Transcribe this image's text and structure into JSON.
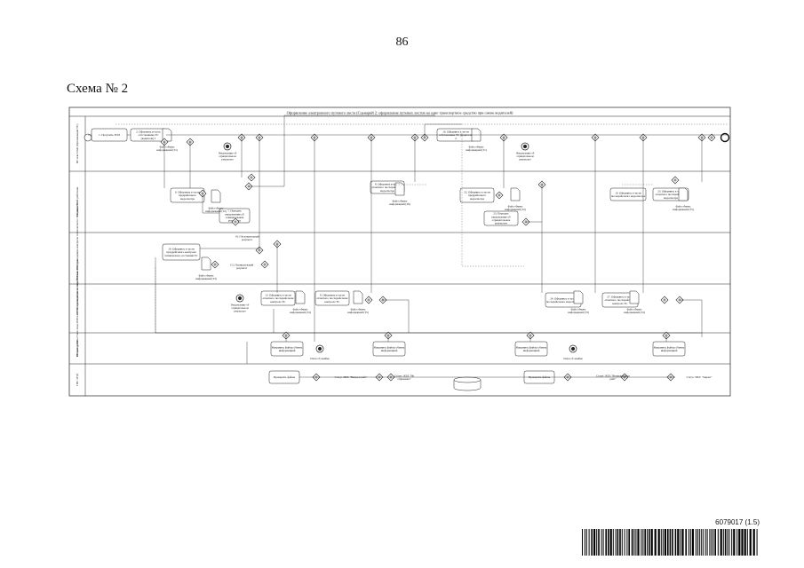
{
  "page_number": "86",
  "scheme_title": "Схема № 2",
  "diagram": {
    "pool_title": "Оформление электронного путевого листа (Сценарий 2: оформление путевых листов на одно транспортное средство при смене водителей)",
    "lanes": [
      "ИС или ПАК (Организация ТС)",
      "Медицинский работник",
      "ИС или должностное лицо ЮЛ или ИП, проводящие контроль технического состояния ТС",
      "ИС или должностное лицо ЮЛ или ИП, проводящие послерейсовые осмотры",
      "Оператор ИС",
      "ГИС ЭПД"
    ],
    "tasks": [
      "1. Получить ЭПЛ",
      "2. Оформить и часть собственника ТС (водителя) 1",
      "6. Оформить в части предрейсового медосмотра",
      "7. Передать уведомление об отрицательном результате",
      "19. Оформить в части предрейсового контроля технического состояния ТС",
      "8. Оформить в части отметки о послерейсовом медосмотре",
      "9. Оформить в части отметки о послерейсовом контроле ТС",
      "10. Оформить в части послерейсового медосмотра",
      "13. Оформить в части отметки о послерейсовом контроле ТС",
      "16. Оформить в части собственника ТС (водителя) 2",
      "22. Оформить в части предрейсового медосмотра",
      "23. Передать уведомление об отрицательном результате",
      "23. Оформить в части отметки о послерейсовом медосмотре",
      "24. Оформить в части послерейсового медосмотра",
      "27. Оформить в части отметки о послерейсовом контроле ТС",
      "Направить файлы обмена информацией",
      "Направить файлы обмена информацией",
      "Направить файлы обмена информацией",
      "Направить файлы обмена информацией",
      "Проверить файлы",
      "Проверить файлы"
    ],
    "documents": [
      "Файл обмена информацией (Т1)",
      "Файл обмена информацией (Т2)",
      "Файл обмена информацией (Т3)",
      "Файл обмена информацией (Т4)",
      "Файл обмена информацией (Т5)",
      "Файл обмена информацией (Т6)",
      "Файл обмена информацией (Т1)",
      "Файл обмена информацией (Т2)",
      "Файл обмена информацией (Т3)",
      "Файл обмена информацией (Т4)",
      "Файл обмена информацией (Т5)"
    ],
    "events": [
      "Уведомление об отрицательном результате",
      "Уведомление об отрицательном результате",
      "Уведомление об отрицательном результате",
      "Отказ об ошибке",
      "Отказ об ошибке"
    ],
    "annotations": [
      "14.1 Положительный результат",
      "15.2 Отрицательный результат",
      "Статус ЭПЛ: \"Выход в рейс\"",
      "Статус ЭПЛ: \"Не отправлено\"",
      "Статус ЭПЛ: \"Возвращение в рейс\"",
      "Статус ЭПЛ: \"Закрыт\""
    ]
  },
  "barcode_text": "6079017 (1.5)"
}
